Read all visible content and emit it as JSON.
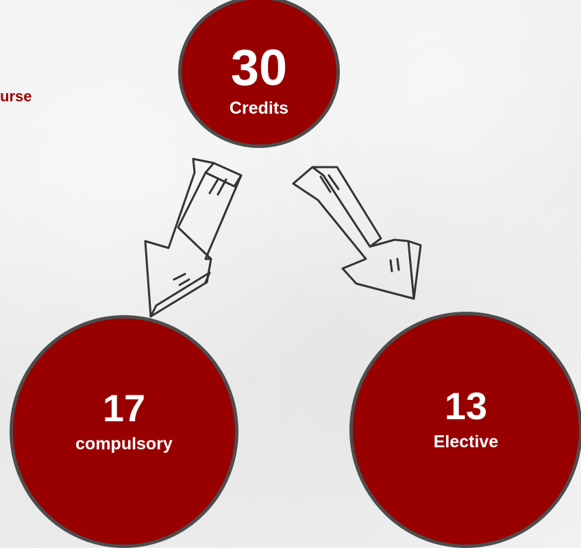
{
  "side_text": "urse",
  "nodes": {
    "total": {
      "value": "30",
      "label": "Credits"
    },
    "compulsory": {
      "value": "17",
      "label": "compulsory"
    },
    "elective": {
      "value": "13",
      "label": "Elective"
    }
  },
  "colors": {
    "circle_fill": "#990000",
    "circle_border": "#4d4d4d",
    "accent_text": "#9a0303",
    "arrow_stroke": "#333333"
  }
}
